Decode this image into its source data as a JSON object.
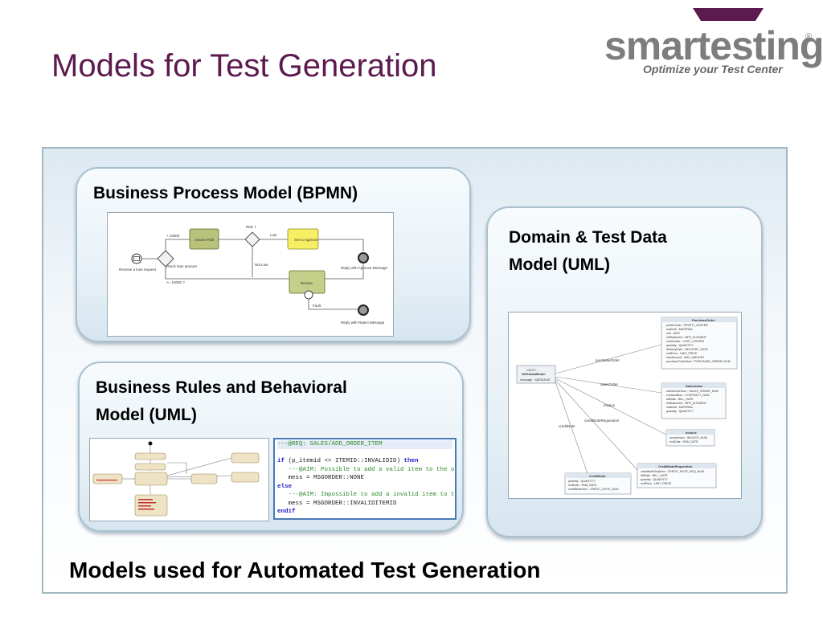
{
  "slide": {
    "title": "Models for Test Generation",
    "bottom_caption": "Models used for Automated Test Generation"
  },
  "logo": {
    "word": "smartesting",
    "registered": "®",
    "tagline": "Optimize your Test Center",
    "colors": {
      "bar": "#5c1a4e",
      "text": "#7d7d7d"
    }
  },
  "panels": {
    "bpmn": {
      "title": "Business Process Model (BPMN)"
    },
    "rules": {
      "title_line1": "Business Rules and Behavioral",
      "title_line2": "Model (UML)"
    },
    "domain": {
      "title_line1": "Domain & Test Data",
      "title_line2": "Model (UML)"
    }
  },
  "bpmn_diagram": {
    "start_label": "Receive a loan request",
    "gateway1_upper": "< 10000",
    "gateway1_mid": "check loan amount",
    "gateway1_lower": ">= 10000 ?",
    "task_assess": "Assess Risk",
    "gateway2_top": "Risk ?",
    "edge_low": "Low",
    "task_approve": "Set to Approve",
    "edge_notlow": "Not Low",
    "task_review": "Review",
    "edge_fault": "Fault",
    "end_approve": "Reply with Approve Message",
    "end_reject": "Reply with Reject Message"
  },
  "code_snippet": {
    "line1": "---@REQ: SALES/ADD_ORDER_ITEM",
    "line2_kw1": "if",
    "line2_mid": " (p_itemid <> ITEMID::INVALIDID) ",
    "line2_kw2": "then",
    "line3": "   ---@AIM: Possible to add a valid item to the order",
    "line4": "   mess = MSGORDER::NONE",
    "line5_kw": "else",
    "line6": "   ---@AIM: Impossible to add a invalid item to the order",
    "line7": "   mess = MSGORDER::INVALIDITEMID",
    "line8_kw": "endif"
  },
  "uml_diagram": {
    "root_stereo": "«SUT»",
    "root_name": "SDGlobalModel",
    "root_attr": "message : MESSAGE",
    "edges": {
      "purchase": "purchaseOrder",
      "sales": "salesOrder",
      "invoice": "invoice",
      "request": "creditNoteRequestion",
      "credit": "creditNote"
    },
    "classes": {
      "purchase": {
        "name": "PurchaseOrder",
        "attrs": [
          "profitCenter : PROFIT_CENTER",
          "material : MATERIAL",
          "unit : UNIT",
          "mfStatement : MFS_ELEMENT",
          "costCenter : COST_CENTER",
          "quantity : QUANTITY",
          "deliveryDate : DELIVERY_DATE",
          "unitPrice : UNIT_PRICE",
          "maxAmount : MAX_AMOUNT",
          "purchaseOrderNum : PURCHASE_ORDER_NUM"
        ]
      },
      "sales": {
        "name": "SalesOrder",
        "attrs": [
          "salesOrderNum : SALES_ORDER_NUM",
          "contractNum : CONTRACT_NUM",
          "billDate : BILL_DATE",
          "mfStatement : MFS_ELEMENT",
          "material : MATERIAL",
          "quantity : QUANTITY"
        ]
      },
      "invoice": {
        "name": "Invoice",
        "attrs": [
          "invoiceNum : INVOICE_NUM",
          "endDate : END_DATE"
        ]
      },
      "request": {
        "name": "CreditNoteRequestion",
        "attrs": [
          "creditNoteReqNum : CREDIT_NOTE_REQ_NUM",
          "billDate : BILL_DATE",
          "quantity : QUANTITY",
          "unitPrice : UNIT_PRICE"
        ]
      },
      "credit": {
        "name": "CreditNote",
        "attrs": [
          "quantity : QUANTITY",
          "endDate : END_DATE",
          "creditNoteNum : CREDIT_NOTE_NUM"
        ]
      }
    }
  }
}
